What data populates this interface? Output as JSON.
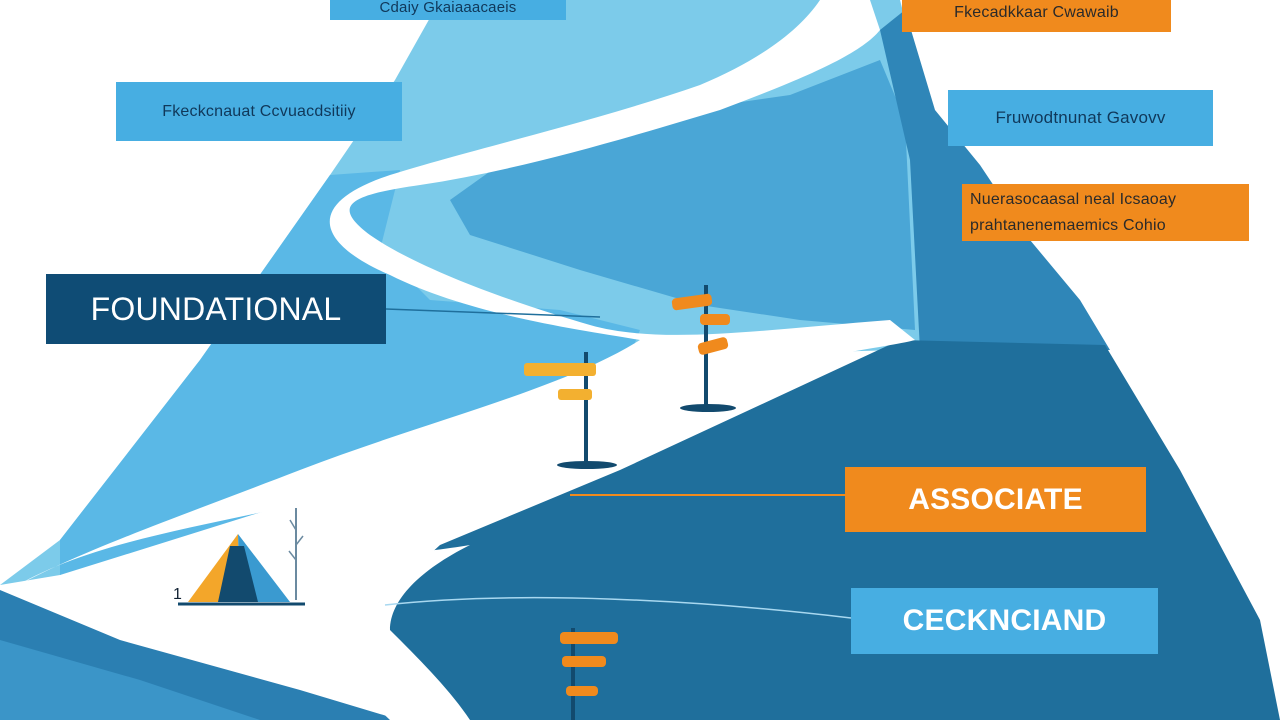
{
  "labels": {
    "top_left": "Cdaiy Gkaiaaacaeis",
    "top_right": "Fkecadkkaar Cwawaib",
    "left_mid": "Fkeckcnauat Ccvuacdsitiiy",
    "right_1": "Fruwodtnunat Gavovv",
    "right_2_line1": "Nuerasocaasal neal Icsaoay",
    "right_2_line2": "prahtanenemaemics Cohio",
    "foundational": "FOUNDATIONAL",
    "associate": "ASSOCIATE",
    "bottom": "CECKNCIAND",
    "camp_number": "1"
  },
  "colors": {
    "light_blue": "#7ccbea",
    "mid_blue": "#47aee2",
    "dark_blue": "#1f6f9c",
    "navy": "#0f4c75",
    "orange": "#f08a1d",
    "path": "#ffffff"
  },
  "icons": [
    "signpost-icon",
    "tent-icon",
    "tree-icon"
  ]
}
